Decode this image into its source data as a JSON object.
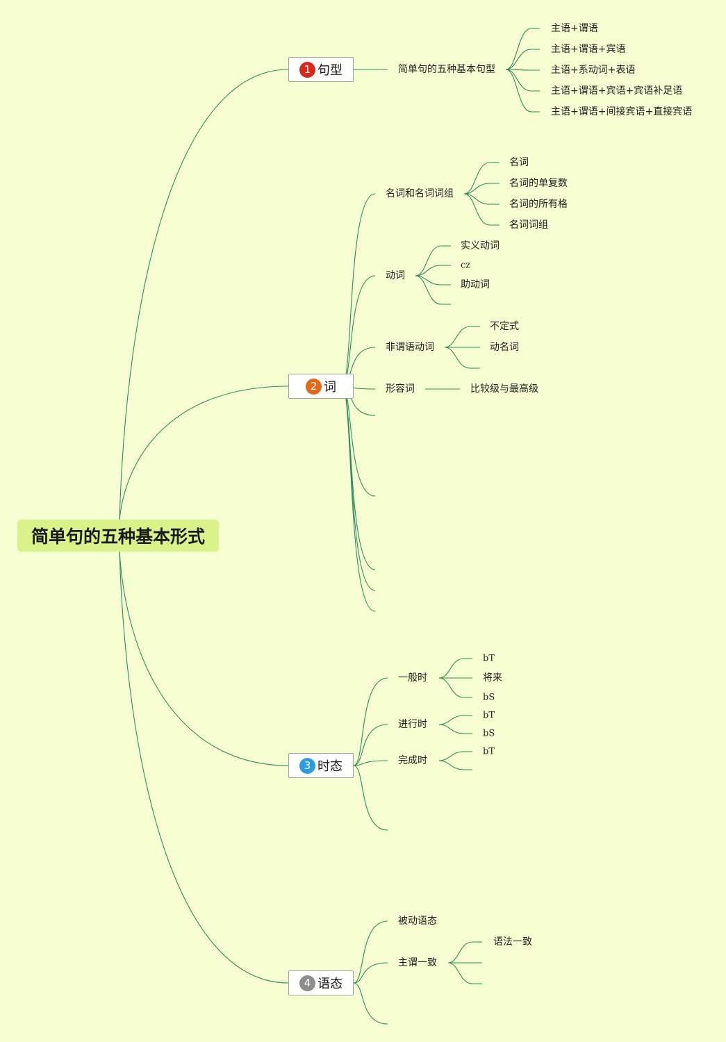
{
  "root": {
    "label": "简单句的五种基本形式"
  },
  "colors": {
    "background": "#f6fdd1",
    "root_fill": "#d9f28a",
    "line": "#2e8b5e",
    "badge_1": "#d42a1a",
    "badge_2": "#e7671a",
    "badge_3": "#2d9be0",
    "badge_4": "#8d8d8d"
  },
  "topics": [
    {
      "num": "1",
      "label": "句型",
      "icon": "number-1-icon",
      "items": [
        {
          "label": "简单句的五种基本句型",
          "children": [
            "主语+谓语",
            "主语+谓语+宾语",
            "主语+系动词+表语",
            "主语+谓语+宾语+宾语补足语",
            "主语+谓语+间接宾语+直接宾语"
          ]
        }
      ]
    },
    {
      "num": "2",
      "label": "词",
      "icon": "number-2-icon",
      "items": [
        {
          "label": "名词和名词词组",
          "children": [
            "名词",
            "名词的单复数",
            "名词的所有格",
            "名词词组"
          ]
        },
        {
          "label": "动词",
          "children": [
            "实义动词",
            "cz",
            "助动词",
            ""
          ]
        },
        {
          "label": "非谓语动词",
          "children": [
            "不定式",
            "动名词",
            ""
          ]
        },
        {
          "label": "形容词",
          "children": [
            "比较级与最高级"
          ]
        }
      ]
    },
    {
      "num": "3",
      "label": "时态",
      "icon": "number-3-icon",
      "items": [
        {
          "label": "一般时",
          "children": [
            "bT",
            "将来",
            "bS"
          ]
        },
        {
          "label": "进行时",
          "children": [
            "bT",
            "bS"
          ]
        },
        {
          "label": "完成时",
          "children": [
            "bT",
            ""
          ]
        }
      ]
    },
    {
      "num": "4",
      "label": "语态",
      "icon": "number-4-icon",
      "items": [
        {
          "label": "被动语态",
          "children": []
        },
        {
          "label": "主谓一致",
          "children": [
            "语法一致",
            "",
            ""
          ]
        }
      ]
    }
  ]
}
